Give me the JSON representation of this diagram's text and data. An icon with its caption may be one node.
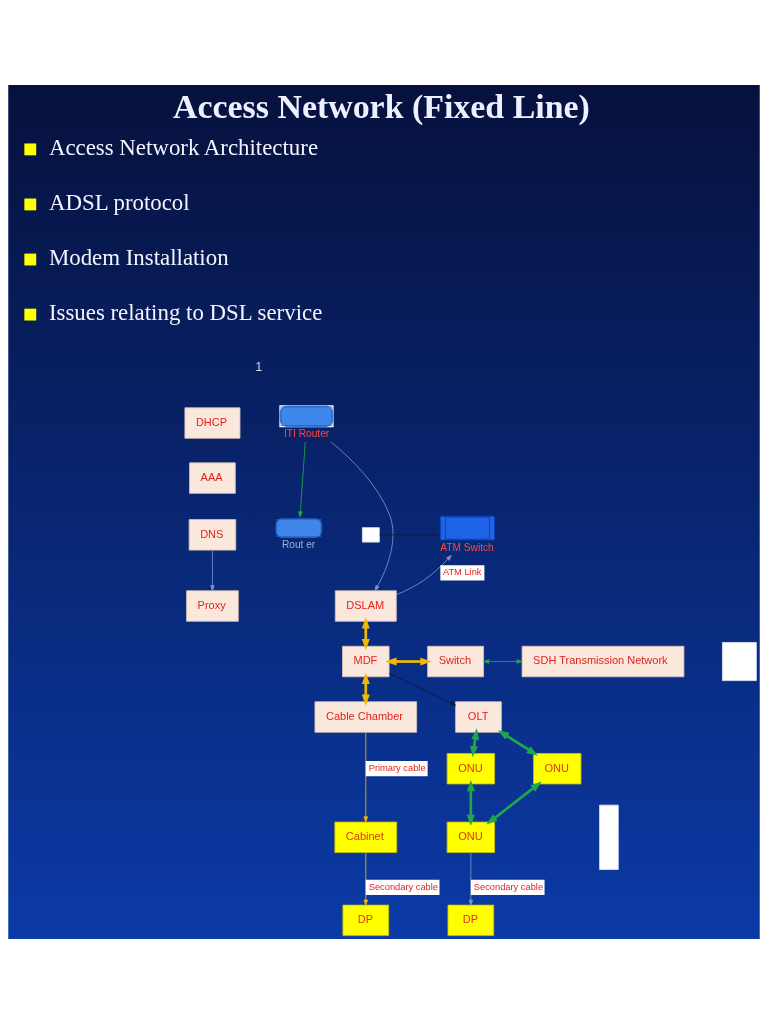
{
  "diagram": {
    "title": "Access Network (Fixed Line)",
    "nodes": [
      {
        "text": [
          "DHCP"
        ]
      },
      {
        "text": [
          "ITI Router"
        ]
      },
      {
        "text": [
          "AAA"
        ]
      },
      {
        "text": [
          "DNS"
        ]
      },
      {
        "text": [
          "Rout er"
        ]
      },
      {
        "text": [],
        "shape": "box"
      },
      {
        "text": [
          "ATM Switch"
        ]
      },
      {
        "text": [
          "Proxy"
        ]
      },
      {
        "text": [
          "DSLAM"
        ]
      },
      {
        "text": [
          "MDF"
        ]
      },
      {
        "text": [
          "Switch"
        ]
      },
      {
        "text": [
          "SDH Transmission Network"
        ]
      },
      {
        "text": [],
        "shape": "box"
      },
      {
        "text": [
          "Cable Chamber"
        ]
      },
      {
        "text": [
          "OLT"
        ]
      },
      {
        "text": [
          "ONU"
        ]
      },
      {
        "text": [
          "ONU"
        ]
      },
      {
        "text": [
          "Cabinet"
        ]
      },
      {
        "text": [
          "ONU"
        ]
      },
      {
        "text": [],
        "shape": "box"
      },
      {
        "text": [
          "DP"
        ]
      },
      {
        "text": [
          "DP"
        ]
      }
    ],
    "edges": [
      {
        "from": 1,
        "to": 4,
        "arrow": "to",
        "color": "#1fa84a"
      },
      {
        "from": 3,
        "to": 7,
        "arrow": "to",
        "color": "#7f93c8"
      },
      {
        "from": 5,
        "to": 6,
        "arrow": "none",
        "color": "#101a30"
      },
      {
        "from": 8,
        "to": 6,
        "arrow": "to",
        "label": "ATM Link",
        "color": "#7f93c8"
      },
      {
        "from": 1,
        "to": 8,
        "arrow": "to",
        "color": "#7f93c8"
      },
      {
        "from": 8,
        "to": 9,
        "arrow": "both",
        "style": "thick",
        "color": "#f2b705"
      },
      {
        "from": 9,
        "to": 10,
        "arrow": "both",
        "style": "thick",
        "color": "#f2b705"
      },
      {
        "from": 10,
        "to": 11,
        "arrow": "both",
        "color": "#1fa84a"
      },
      {
        "from": 9,
        "to": 13,
        "arrow": "both",
        "style": "thick",
        "color": "#f2b705"
      },
      {
        "from": 9,
        "to": 14,
        "arrow": "to",
        "color": "#101a30"
      },
      {
        "from": 14,
        "to": 15,
        "arrow": "both",
        "style": "thick",
        "color": "#1fa84a"
      },
      {
        "from": 14,
        "to": 16,
        "arrow": "both",
        "style": "thick",
        "color": "#1fa84a"
      },
      {
        "from": 15,
        "to": 18,
        "arrow": "both",
        "style": "thick",
        "color": "#1fa84a"
      },
      {
        "from": 16,
        "to": 18,
        "arrow": "both",
        "style": "thick",
        "color": "#1fa84a"
      },
      {
        "from": 13,
        "to": 17,
        "arrow": "to",
        "label": "Primary cable",
        "color": "#f2b705"
      },
      {
        "from": 17,
        "to": 20,
        "arrow": "to",
        "label": "Secondary cable",
        "color": "#f2b705"
      },
      {
        "from": 18,
        "to": 21,
        "arrow": "to",
        "label": "Secondary cable",
        "color": "#7f93c8"
      }
    ],
    "labels": [
      "Access Network Architecture",
      "ADSL protocol",
      "Modem Installation",
      "Issues relating to DSL service",
      "1"
    ]
  }
}
